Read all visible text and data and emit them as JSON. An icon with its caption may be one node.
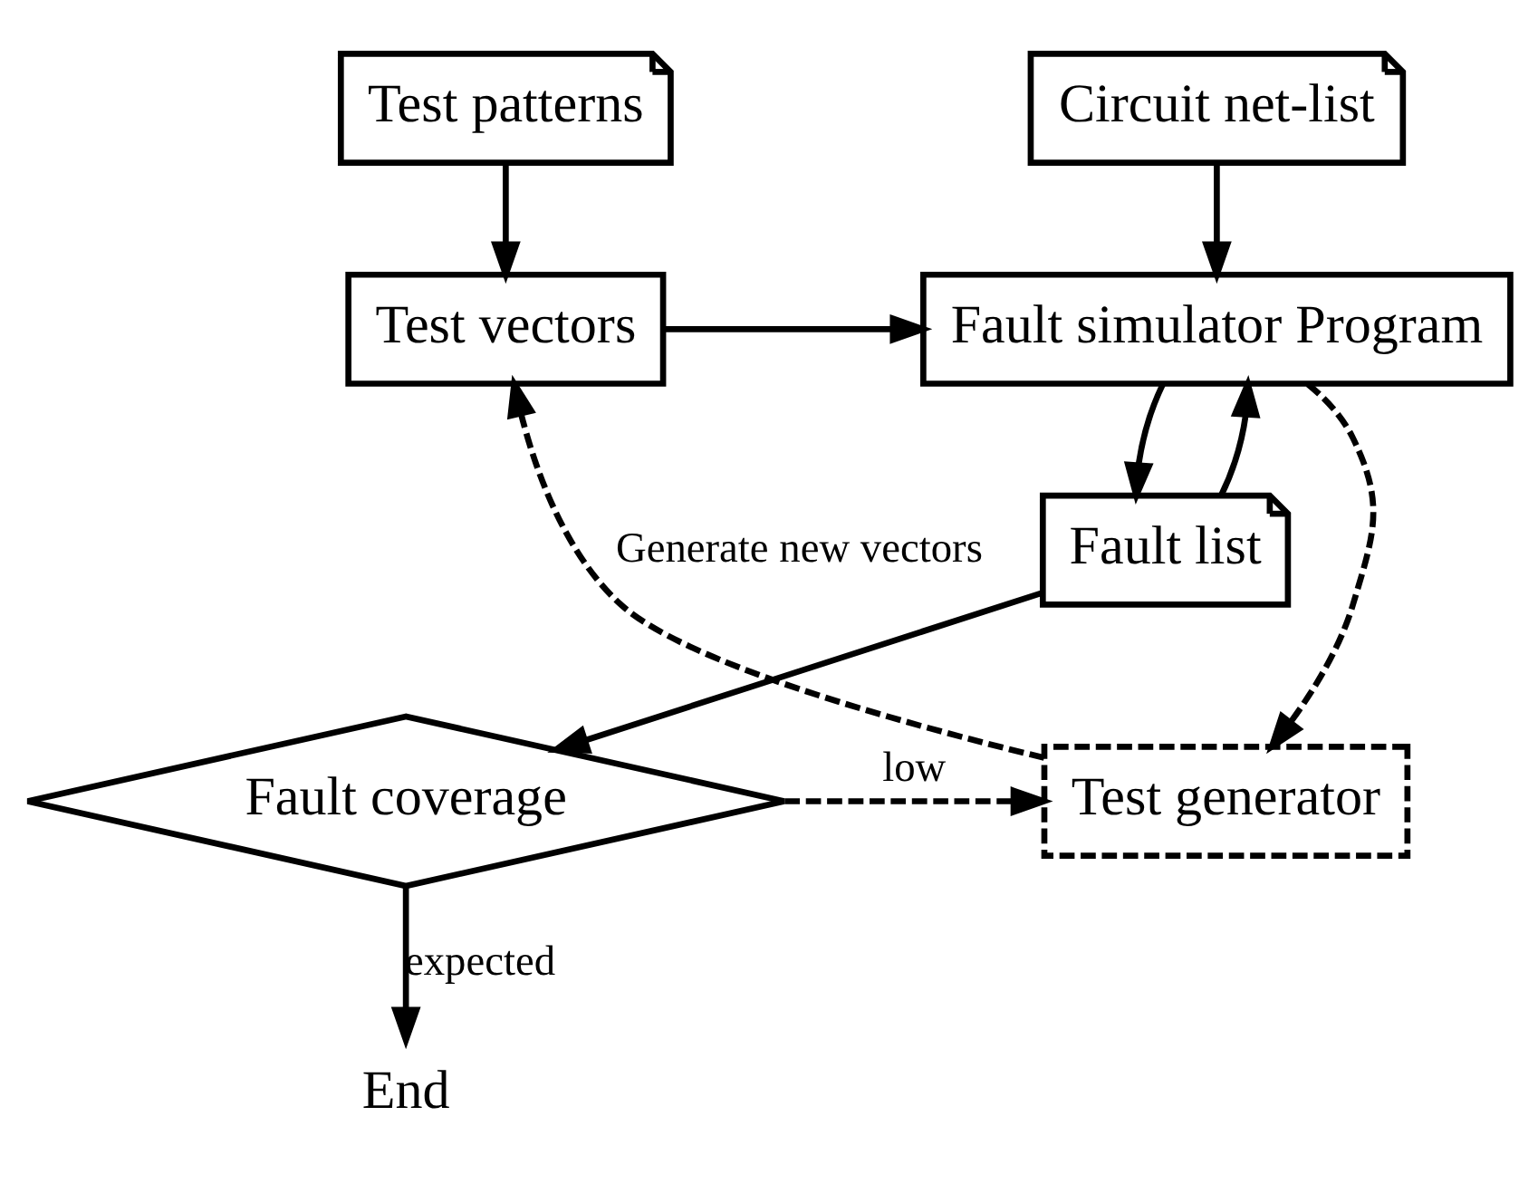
{
  "diagram": {
    "nodes": [
      {
        "text": [
          "Circuit net-list"
        ]
      },
      {
        "text": [
          "Test patterns"
        ]
      },
      {
        "text": [
          "Fault simulator Program"
        ]
      },
      {
        "text": [
          "Test vectors"
        ]
      },
      {
        "text": [
          "Fault list"
        ]
      },
      {
        "text": [
          "Fault coverage"
        ]
      },
      {
        "text": [
          "Test generator"
        ]
      },
      {
        "text": [
          "End"
        ]
      }
    ],
    "edges": [
      {
        "from": 0,
        "to": 2,
        "arrow": "to"
      },
      {
        "from": 1,
        "to": 3,
        "arrow": "to"
      },
      {
        "from": 3,
        "to": 2,
        "arrow": "to"
      },
      {
        "from": 4,
        "to": 2,
        "arrow": "to"
      },
      {
        "from": 2,
        "to": 4,
        "arrow": "to"
      },
      {
        "from": 4,
        "to": 5,
        "arrow": "to"
      },
      {
        "from": 2,
        "to": 6,
        "arrow": "to",
        "style": "dashed"
      },
      {
        "from": 5,
        "to": 6,
        "arrow": "to",
        "style": "dashed",
        "label": "low"
      },
      {
        "from": 6,
        "to": 3,
        "arrow": "to",
        "style": "dashed",
        "label": "Generate new vectors"
      },
      {
        "from": 5,
        "to": 7,
        "arrow": "to",
        "label": "expected"
      }
    ]
  }
}
